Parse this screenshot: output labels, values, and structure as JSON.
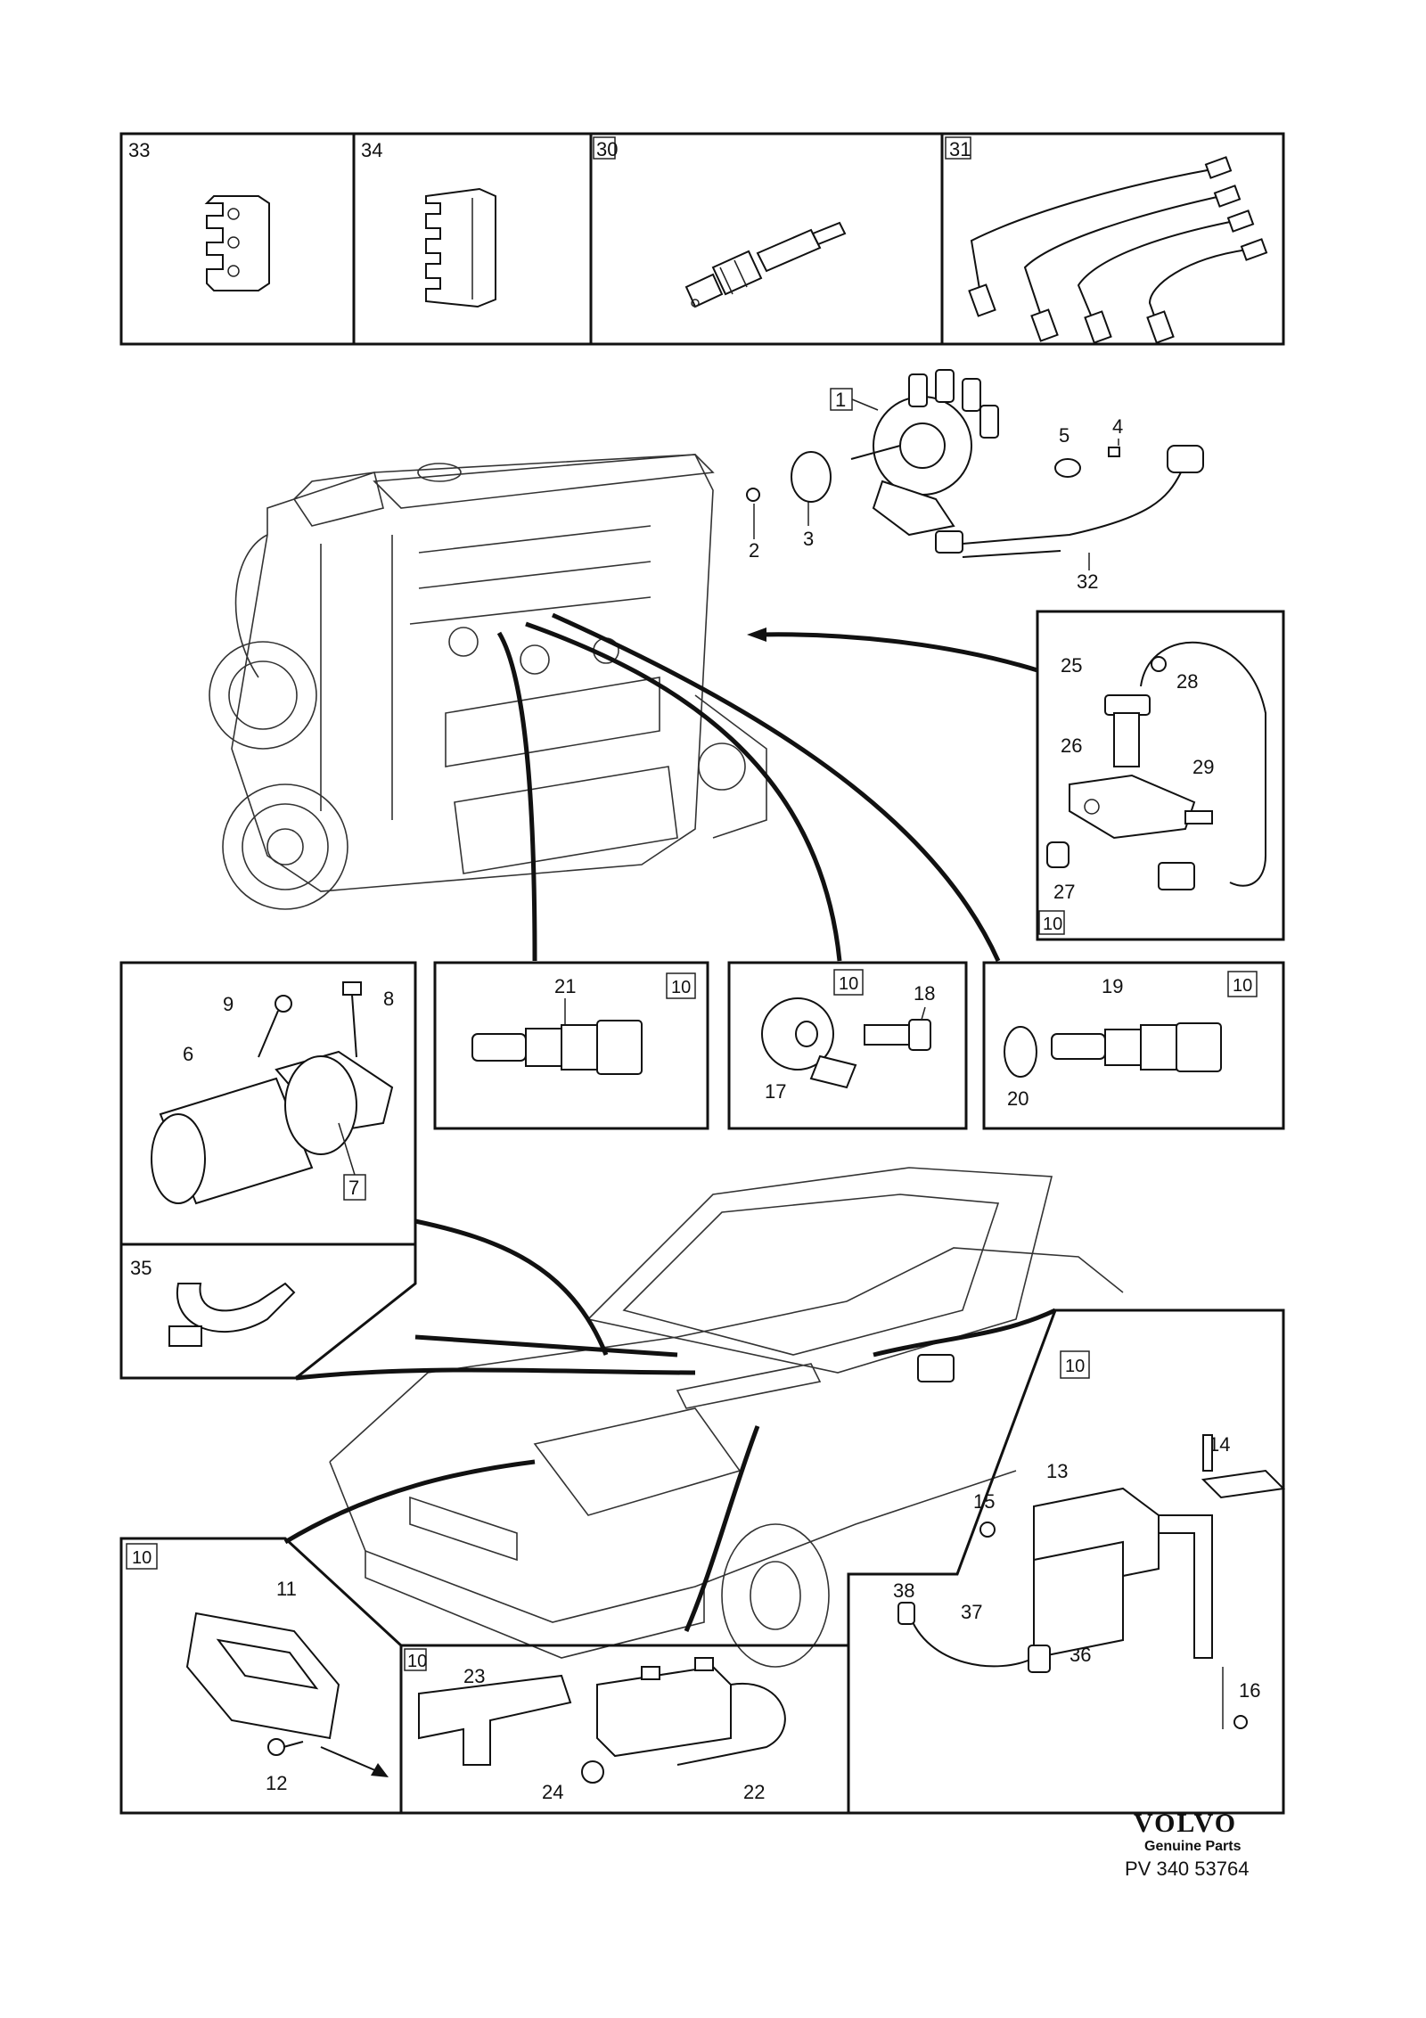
{
  "diagram": {
    "top_panels": [
      {
        "label": "33",
        "boxed": false
      },
      {
        "label": "34",
        "boxed": false
      },
      {
        "label": "30",
        "boxed": true
      },
      {
        "label": "31",
        "boxed": true
      }
    ],
    "distributor_labels": {
      "p1": "1",
      "p2": "2",
      "p3": "3",
      "p4": "4",
      "p5": "5",
      "p32": "32"
    },
    "sensor_panel": {
      "labels": {
        "p25": "25",
        "p28": "28",
        "p26": "26",
        "p29": "29",
        "p27": "27"
      },
      "tag": "10"
    },
    "coil_panel": {
      "labels": {
        "p9": "9",
        "p8": "8",
        "p6": "6",
        "p7": "7"
      }
    },
    "clamp_panel": {
      "label": "35"
    },
    "temp_sender_panel": {
      "label": "21",
      "tag": "10"
    },
    "knock_sensor_panel": {
      "labels": {
        "p18": "18",
        "p17": "17"
      },
      "tag": "10"
    },
    "temp_sensor_panel": {
      "labels": {
        "p19": "19",
        "p20": "20"
      },
      "tag": "10"
    },
    "control_unit_panel": {
      "tag": "10",
      "labels": {
        "p14": "14",
        "p13": "13",
        "p15": "15",
        "p38": "38",
        "p37": "37",
        "p36": "36",
        "p16": "16"
      }
    },
    "ignition_module_panel": {
      "tag": "10",
      "labels": {
        "p11": "11",
        "p12": "12"
      }
    },
    "bracket_panel": {
      "tag": "10",
      "labels": {
        "p23": "23",
        "p24": "24",
        "p22": "22"
      }
    }
  },
  "footer": {
    "brand": "VOLVO",
    "subtitle": "Genuine Parts",
    "doc_number": "PV 340  53764"
  }
}
